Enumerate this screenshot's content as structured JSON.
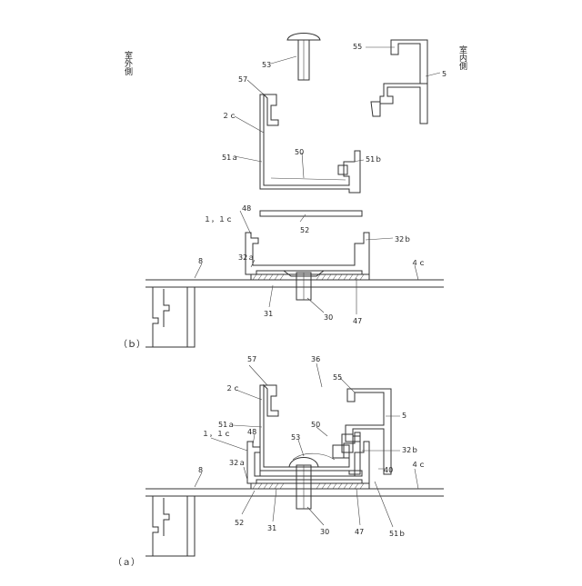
{
  "captions": {
    "fig_a": "（ａ）",
    "fig_b": "（ｂ）",
    "outdoor_side": "室外側",
    "indoor_side": "室内側"
  },
  "labels_b": {
    "l53": "53",
    "l57": "57",
    "l2c": "２ｃ",
    "l51a": "51ａ",
    "l50": "50",
    "l51b": "51ｂ",
    "l55": "55",
    "l5": "5",
    "l48": "48",
    "l11c": "１，１ｃ",
    "l52": "52",
    "l32a": "32ａ",
    "l32b": "32ｂ",
    "l8": "8",
    "l4c": "４ｃ",
    "l31": "31",
    "l30": "30",
    "l47": "47"
  },
  "labels_a": {
    "l57": "57",
    "l36": "36",
    "l2c": "２ｃ",
    "l55": "55",
    "l51a": "51ａ",
    "l11c": "１，１ｃ",
    "l53": "53",
    "l50": "50",
    "l48": "48",
    "l5": "5",
    "l8": "8",
    "l32b": "32ｂ",
    "l32a": "32ａ",
    "l40": "40",
    "l4c": "４ｃ",
    "l52": "52",
    "l31": "31",
    "l30": "30",
    "l47": "47",
    "l51b": "51ｂ"
  }
}
